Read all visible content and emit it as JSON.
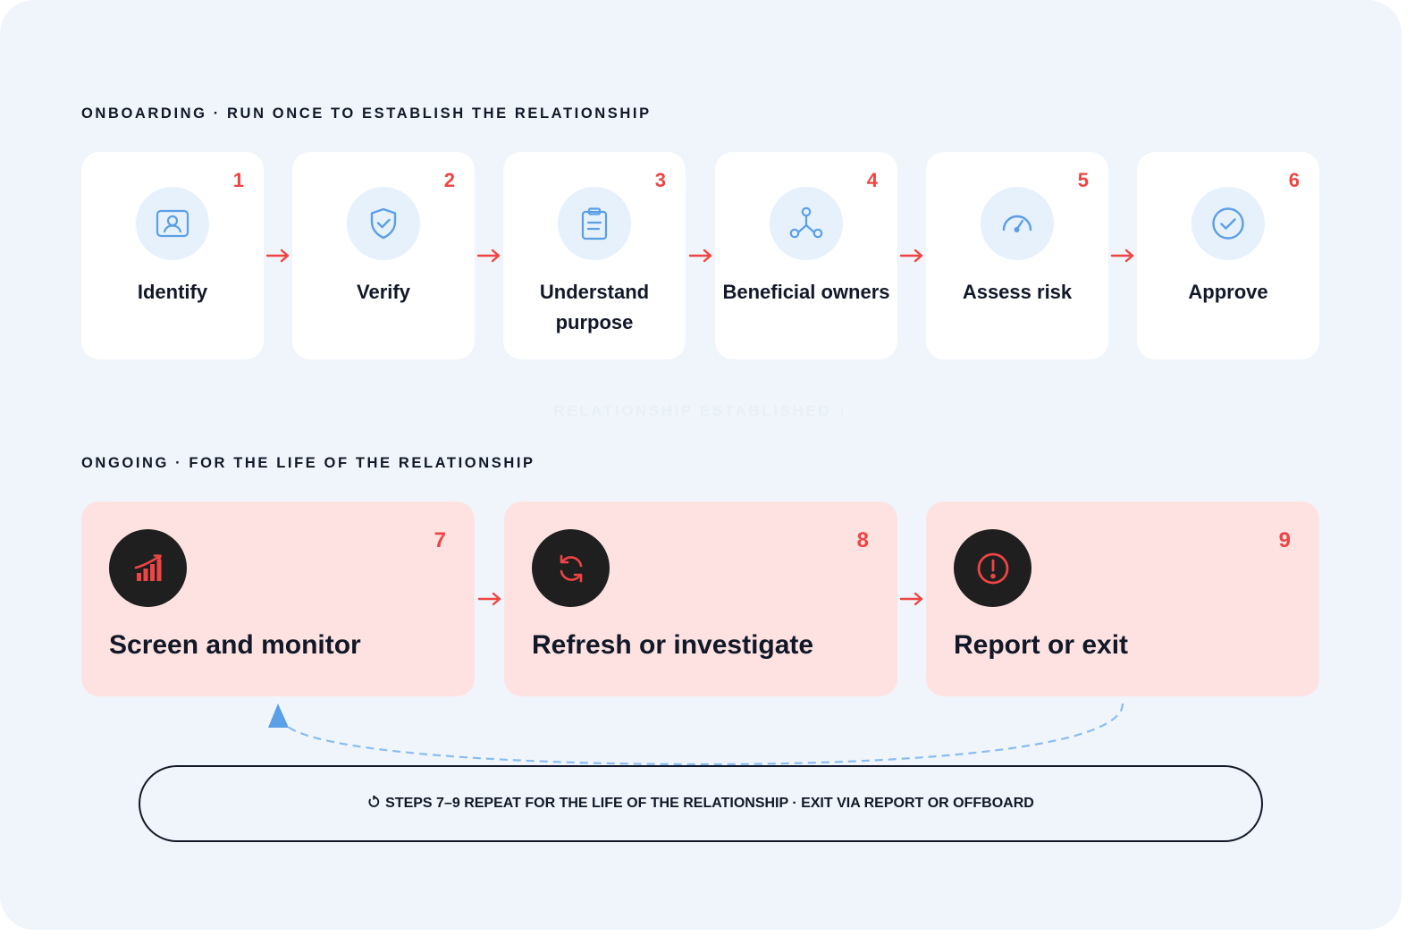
{
  "onboarding": {
    "label": "ONBOARDING · RUN ONCE TO ESTABLISH THE RELATIONSHIP",
    "steps": [
      {
        "number": "1",
        "label": "Identify",
        "icon": "id-card-icon"
      },
      {
        "number": "2",
        "label": "Verify",
        "icon": "shield-check-icon"
      },
      {
        "number": "3",
        "label": "Understand purpose",
        "icon": "clipboard-icon"
      },
      {
        "number": "4",
        "label": "Beneficial owners",
        "icon": "network-icon"
      },
      {
        "number": "5",
        "label": "Assess risk",
        "icon": "gauge-icon"
      },
      {
        "number": "6",
        "label": "Approve",
        "icon": "check-circle-icon"
      }
    ]
  },
  "transition": {
    "label": "RELATIONSHIP ESTABLISHED ↓"
  },
  "ongoing": {
    "label": "ONGOING · FOR THE LIFE OF THE RELATIONSHIP",
    "steps": [
      {
        "number": "7",
        "label": "Screen and monitor",
        "icon": "signal-bars-icon"
      },
      {
        "number": "8",
        "label": "Refresh or investigate",
        "icon": "refresh-icon"
      },
      {
        "number": "9",
        "label": "Report or exit",
        "icon": "alert-circle-icon"
      }
    ]
  },
  "loop": {
    "text": "STEPS 7–9 REPEAT FOR THE LIFE OF THE RELATIONSHIP · EXIT VIA REPORT OR OFFBOARD",
    "icon": "loop-arrow-icon"
  },
  "colors": {
    "background": "#eff5fa",
    "accent_red": "#ef4444",
    "icon_blue": "#5b9fe6",
    "ongoing_card": "#fee2e2",
    "loop_line": "#8bbcf0"
  }
}
